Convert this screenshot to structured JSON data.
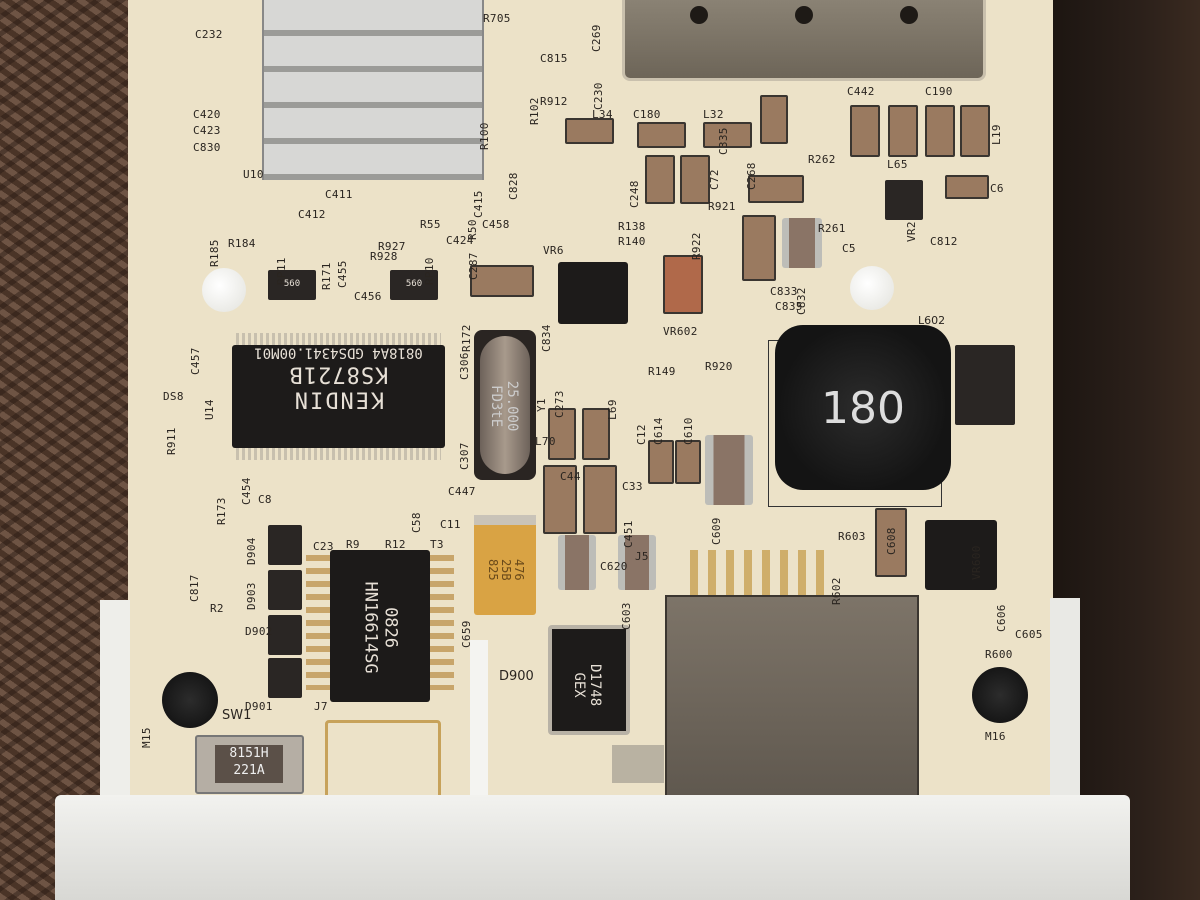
{
  "board": {
    "ethernet_switch_chip": {
      "brand": "KENDIN",
      "part": "KS8721B",
      "lot": "0818A4 GDS4341.00M01"
    },
    "crystal": {
      "line1": "25.000",
      "line2": "FD3tE"
    },
    "power_inductor": {
      "marking": "180",
      "ref": "L602"
    },
    "transformer": {
      "line1": "0826",
      "line2": "HN16614SG"
    },
    "tantalum_cap": {
      "line1": "476",
      "line2": "25B",
      "line3": "825"
    },
    "diode": {
      "line1": "D1748",
      "line2": "GEX",
      "ref": "D900"
    },
    "switch": {
      "line1": "8151H",
      "line2": "221A",
      "ref": "SW1"
    },
    "resistor_network": "560",
    "silkscreen": [
      "C232",
      "R705",
      "C269",
      "C815",
      "C230",
      "R912",
      "R102",
      "R100",
      "C828",
      "L34",
      "C180",
      "L32",
      "C335",
      "C442",
      "C190",
      "L19",
      "C420",
      "C423",
      "C830",
      "U10",
      "C411",
      "C412",
      "C415",
      "C458",
      "C424",
      "R55",
      "R50",
      "C248",
      "C72",
      "C268",
      "R262",
      "L65",
      "C6",
      "R921",
      "R138",
      "R140",
      "R922",
      "R261",
      "VR2",
      "C5",
      "C812",
      "R185",
      "R184",
      "RP11",
      "R171",
      "C455",
      "R928",
      "R927",
      "RP10",
      "C287",
      "VR6",
      "VR602",
      "C833",
      "C832",
      "C835",
      "C456",
      "R172",
      "C834",
      "C457",
      "C306",
      "C273",
      "R149",
      "R920",
      "U14",
      "DS8",
      "R911",
      "C307",
      "Y1",
      "L69",
      "L70",
      "C12",
      "C614",
      "C610",
      "C454",
      "C8",
      "C447",
      "R173",
      "C58",
      "C11",
      "C44",
      "C33",
      "C451",
      "C609",
      "C23",
      "R9",
      "R12",
      "T3",
      "J5",
      "C620",
      "R603",
      "C608",
      "VR600",
      "D904",
      "D903",
      "C817",
      "R2",
      "D902",
      "C659",
      "C603",
      "R602",
      "C606",
      "C605",
      "R600",
      "D901",
      "M15",
      "J7",
      "M16"
    ]
  }
}
